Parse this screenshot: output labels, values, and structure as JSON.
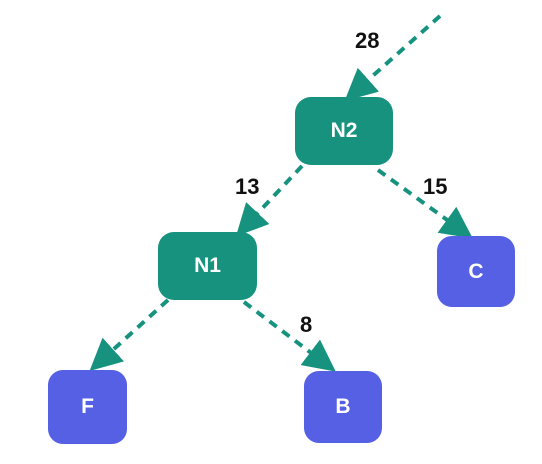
{
  "colors": {
    "internal_node": "#16927f",
    "leaf_node": "#5660e4",
    "edge": "#16927f",
    "label_text": "#ffffff",
    "weight_text": "#111111"
  },
  "nodes": {
    "n2": "N2",
    "n1": "N1",
    "c": "C",
    "f": "F",
    "b": "B"
  },
  "weights": {
    "root_to_n2": "28",
    "n2_to_n1": "13",
    "n2_to_c": "15",
    "n1_to_b": "8"
  }
}
